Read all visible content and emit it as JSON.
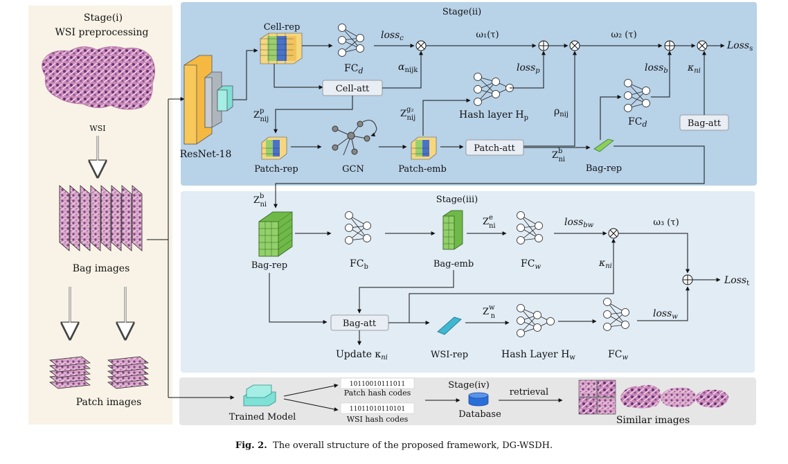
{
  "stage1": {
    "title": "Stage(i)",
    "subtitle": "WSI preprocessing",
    "wsi_label": "WSI",
    "bag_label": "Bag images",
    "patch_label": "Patch images"
  },
  "stage2": {
    "title": "Stage(ii)",
    "resnet": "ResNet-18",
    "cell_rep": "Cell-rep",
    "fc_d": "FC",
    "fc_d_sub": "d",
    "loss_c": "loss",
    "loss_c_sub": "c",
    "omega1": "ω₁(τ)",
    "omega2": "ω₂ (τ)",
    "alpha": "α",
    "alpha_sub": "nijk",
    "loss_p": "loss",
    "loss_p_sub": "p",
    "loss_b": "loss",
    "loss_b_sub": "b",
    "kappa": "κ",
    "kappa_sub": "ni",
    "loss_s": "Loss",
    "loss_s_sub": "s",
    "cell_att": "Cell-att",
    "hash_layer": "Hash layer H",
    "hash_layer_sub": "p",
    "rho": "ρ",
    "rho_sub": "nij",
    "fc_d2": "FC",
    "fc_d2_sub": "d",
    "bag_att": "Bag-att",
    "z_p": "Z",
    "z_p_sup": "p",
    "z_p_sub": "nij",
    "z_g": "Z",
    "z_g_sup": "g₂",
    "z_g_sub": "nij",
    "patch_rep": "Patch-rep",
    "gcn": "GCN",
    "patch_emb": "Patch-emb",
    "patch_att": "Patch-att",
    "z_b": "Z",
    "z_b_sup": "b",
    "z_b_sub": "ni",
    "bag_rep": "Bag-rep"
  },
  "stage3": {
    "title": "Stage(iii)",
    "z_b": "Z",
    "z_b_sup": "b",
    "z_b_sub": "ni",
    "bag_rep": "Bag-rep",
    "fc_b": "FC",
    "fc_b_sub": "b",
    "bag_emb": "Bag-emb",
    "z_e": "Z",
    "z_e_sup": "e",
    "z_e_sub": "ni",
    "fc_w": "FC",
    "fc_w_sub": "w",
    "loss_bw": "loss",
    "loss_bw_sub": "bw",
    "omega3": "ω₃ (τ)",
    "kappa": "κ",
    "kappa_sub": "ni",
    "loss_t": "Loss",
    "loss_t_sub": "t",
    "bag_att": "Bag-att",
    "update": "Update κ",
    "update_sub": "ni",
    "z_w": "Z",
    "z_w_sup": "w",
    "z_w_sub": "n",
    "wsi_rep": "WSI-rep",
    "hash_layer": "Hash Layer H",
    "hash_layer_sub": "w",
    "fc_w2": "FC",
    "fc_w2_sub": "w",
    "loss_w": "loss",
    "loss_w_sub": "w"
  },
  "stage4": {
    "title": "Stage(iv)",
    "trained_model": "Trained Model",
    "patch_code": "10110010111011",
    "patch_codes_label": "Patch hash codes",
    "wsi_code": "11011010110101",
    "wsi_codes_label": "WSI hash codes",
    "database": "Database",
    "retrieval": "retrieval",
    "similar": "Similar images"
  },
  "caption": {
    "fig": "Fig. 2.",
    "text": "The overall structure of the proposed framework, DG-WSDH."
  },
  "colors": {
    "stage1_bg": "#f8f3e6",
    "stage2_bg": "#b8d2e8",
    "stage3_bg": "#e1ecf5",
    "stage4_bg": "#e6e6e6",
    "box": "#e8eef4",
    "resnet_orange": "#f5b942",
    "teal": "#7fe0d6",
    "tissue": "#c27aa8"
  }
}
